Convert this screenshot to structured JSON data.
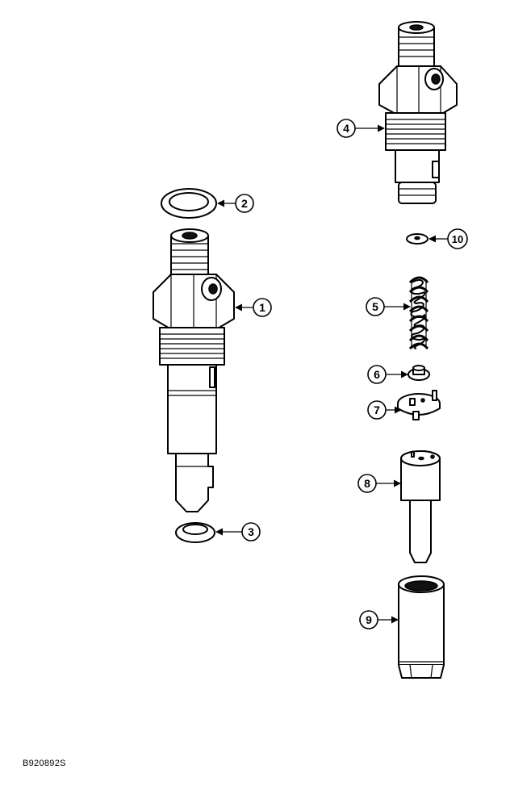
{
  "figure_code": "B920892S",
  "callouts": [
    "1",
    "2",
    "3",
    "4",
    "5",
    "6",
    "7",
    "8",
    "9",
    "10"
  ],
  "colors": {
    "line": "#000000",
    "background": "#ffffff"
  }
}
